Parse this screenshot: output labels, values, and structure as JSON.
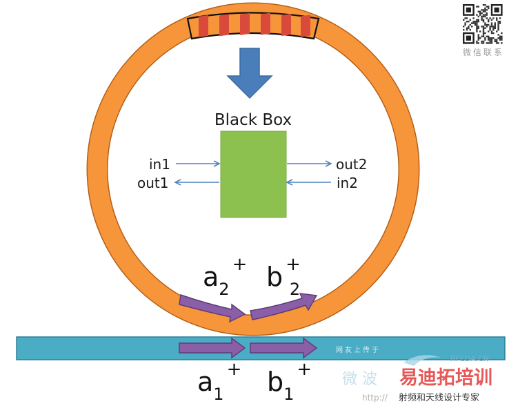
{
  "diagram": {
    "box_title": "Black Box",
    "ports": {
      "in1": "in1",
      "out1": "out1",
      "out2": "out2",
      "in2": "in2"
    },
    "waves": {
      "a2": {
        "base": "a",
        "sub": "2",
        "sup": "+"
      },
      "b2": {
        "base": "b",
        "sup": "+",
        "sub": "2"
      },
      "a1": {
        "base": "a",
        "sub": "1",
        "sup": "+"
      },
      "b1": {
        "base": "b",
        "sub": "1",
        "sup": "+"
      }
    }
  },
  "watermark": {
    "qr_caption": "微信联系",
    "forum_text": "网友上传于",
    "site": "RFEDA.CN",
    "brand": "易迪拓培训",
    "slogan": "射频和天线设计专家",
    "wechat": "微 波",
    "url": "http://"
  },
  "colors": {
    "ring": "#f7953b",
    "ring_edge": "#b45f16",
    "stripe": "#d94a3a",
    "arrow_blue": "#4a7ebb",
    "box_green": "#8cc04f",
    "port_arrow": "#4f81bd",
    "wave_arrow": "#8b5ea8",
    "waveguide": "#4bacc6",
    "brand_red": "#e23b3b"
  }
}
